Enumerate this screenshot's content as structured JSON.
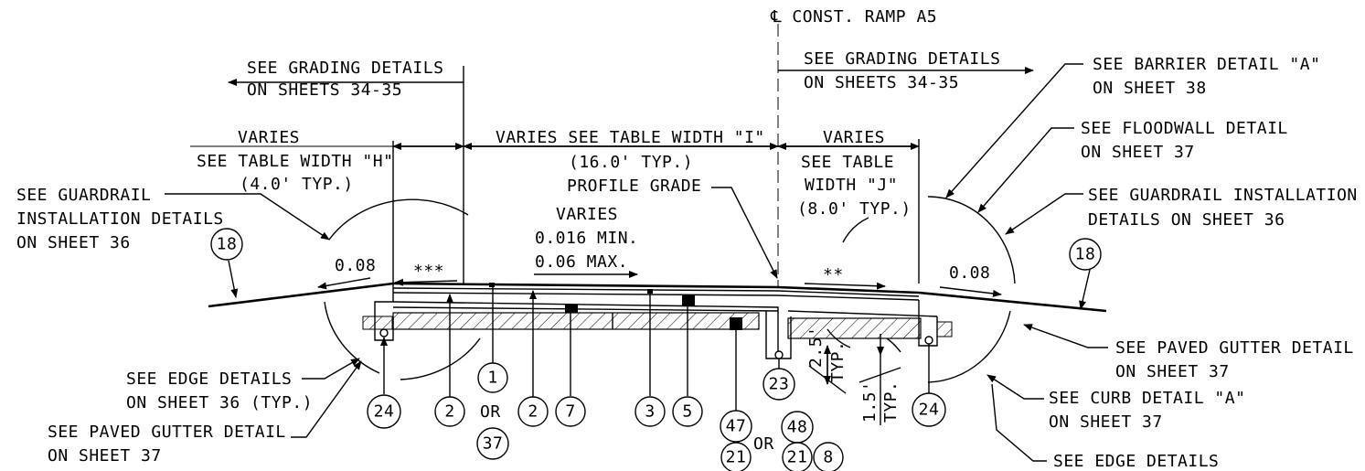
{
  "centerline": "℄ CONST. RAMP A5",
  "grading_left": [
    "SEE GRADING DETAILS",
    "ON SHEETS 34-35"
  ],
  "grading_right": [
    "SEE GRADING DETAILS",
    "ON SHEETS 34-35"
  ],
  "width_h": [
    "VARIES",
    "SEE TABLE WIDTH \"H\"",
    "(4.0' TYP.)"
  ],
  "width_i": [
    "VARIES SEE TABLE WIDTH \"I\"",
    "(16.0' TYP.)"
  ],
  "width_j": [
    "VARIES",
    "SEE TABLE",
    "WIDTH \"J\"",
    "(8.0' TYP.)"
  ],
  "profile_grade": "PROFILE GRADE",
  "slope_main": [
    "VARIES",
    "0.016 MIN.",
    "0.06 MAX."
  ],
  "slope_left": "0.08",
  "slope_right": "0.08",
  "stars_left": "***",
  "stars_right": "**",
  "notes_left": {
    "guardrail": [
      "SEE GUARDRAIL",
      "INSTALLATION DETAILS",
      "ON SHEET 36"
    ],
    "edge": [
      "SEE EDGE DETAILS",
      "ON SHEET 36 (TYP.)"
    ],
    "gutter": [
      "SEE PAVED GUTTER DETAIL",
      "ON SHEET 37"
    ]
  },
  "notes_right": {
    "barrier": [
      "SEE BARRIER DETAIL \"A\"",
      "ON SHEET 38"
    ],
    "floodwall": [
      "SEE FLOODWALL DETAIL",
      "ON SHEET 37"
    ],
    "guardrail": [
      "SEE GUARDRAIL INSTALLATION",
      "DETAILS ON SHEET 36"
    ],
    "gutter": [
      "SEE PAVED GUTTER DETAIL",
      "ON SHEET 37"
    ],
    "curb": [
      "SEE CURB DETAIL \"A\"",
      "ON SHEET 37"
    ],
    "edge": [
      "SEE EDGE DETAILS"
    ]
  },
  "dims": {
    "d1": "2.5'",
    "d1_typ": "TYP.",
    "d2": "1.5'",
    "d2_typ": "TYP."
  },
  "or_labels": [
    "OR",
    "OR"
  ],
  "bubbles": {
    "b18l": "18",
    "b18r": "18",
    "b24l": "24",
    "b2a": "2",
    "b1": "1",
    "b37": "37",
    "b2b": "2",
    "b7": "7",
    "b3": "3",
    "b5": "5",
    "b47": "47",
    "b21a": "21",
    "b48": "48",
    "b21b": "21",
    "b8": "8",
    "b23": "23",
    "b24r": "24"
  }
}
